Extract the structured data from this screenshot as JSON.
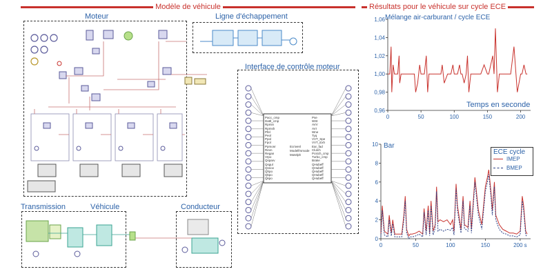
{
  "headers": {
    "model": "Modèle de véhicule",
    "results": "Résultats pour le véhicule sur cycle ECE"
  },
  "sections": {
    "engine": "Moteur",
    "exhaust": "Ligne d'échappement",
    "ecu": "Interface de contrôle moteur",
    "transmission": "Transmission",
    "vehicle": "Véhicule",
    "driver": "Conducteur"
  },
  "ecu_block": {
    "inputs": [
      "Pacc_cmp",
      "Dattl_cmp",
      "Rpmin",
      "Rpmsh",
      "Pfel",
      "Peol",
      "Ppol",
      "Fpol",
      "Ppmonr",
      "Revn",
      "Regan",
      "Vrpo",
      "Qsparv",
      "Qsgul",
      "Qsnov",
      "Qhpo",
      "Qkpo",
      "Qkpo"
    ],
    "title_lines": [
      "Ecrivenl",
      "Modelfrsmode",
      "Motelplt"
    ],
    "outputs": [
      "Pse",
      "WSt",
      "AVV",
      "AVI",
      "Wne",
      "Tyq",
      "VVT_Spe",
      "VVT_Exh",
      "Ear_fad",
      "Clutch",
      "Pcstch_cmp",
      "Turbo_cmp",
      "Brake",
      "QHubeff",
      "QHubeff",
      "QHubeff",
      "QHubeff",
      "QHubeff"
    ]
  },
  "chart_data": [
    {
      "type": "line",
      "title": "Mélange air-carburant / cycle ECE",
      "xlabel": "Temps en seconde",
      "ylabel": "",
      "xlim": [
        0,
        215
      ],
      "ylim": [
        0.96,
        1.06
      ],
      "xticks": [
        0,
        50,
        100,
        150,
        200
      ],
      "xtick_labels": [
        "0",
        "50",
        "100",
        "150",
        "200"
      ],
      "yticks": [
        0.96,
        0.98,
        1.0,
        1.02,
        1.04,
        1.06
      ],
      "ytick_labels": [
        "0,96",
        "0,98",
        "1,00",
        "1,02",
        "1,04",
        "1,06"
      ],
      "grid": false,
      "series": [
        {
          "color": "#c8312c",
          "x": [
            0,
            3,
            5,
            6,
            8,
            10,
            12,
            15,
            17,
            18,
            20,
            25,
            30,
            35,
            40,
            42,
            45,
            48,
            50,
            55,
            58,
            60,
            62,
            65,
            68,
            70,
            75,
            80,
            82,
            85,
            90,
            95,
            98,
            100,
            102,
            105,
            108,
            110,
            112,
            115,
            118,
            120,
            122,
            125,
            128,
            130,
            135,
            140,
            145,
            150,
            152,
            155,
            158,
            160,
            162,
            165,
            168,
            170,
            175,
            180,
            185,
            190,
            195,
            200,
            202,
            205,
            208,
            210
          ],
          "y": [
            1.0,
            1.0,
            1.03,
            0.98,
            1.01,
            1.0,
            1.0,
            1.0,
            1.02,
            0.99,
            1.0,
            1.0,
            1.0,
            1.0,
            1.0,
            0.98,
            0.99,
            1.01,
            1.0,
            1.0,
            1.02,
            0.98,
            1.0,
            1.0,
            1.0,
            1.0,
            1.0,
            1.0,
            1.01,
            0.99,
            1.0,
            1.0,
            1.01,
            1.0,
            1.0,
            1.0,
            1.01,
            1.0,
            1.0,
            0.99,
            1.0,
            1.02,
            0.98,
            1.0,
            1.0,
            1.0,
            1.0,
            1.0,
            1.01,
            1.0,
            1.0,
            1.01,
            1.02,
            1.0,
            1.05,
            0.98,
            1.0,
            1.0,
            1.0,
            1.0,
            1.0,
            1.03,
            0.98,
            1.0,
            1.0,
            1.01,
            1.0,
            1.0
          ]
        }
      ]
    },
    {
      "type": "line",
      "title": "Bar",
      "xlabel": "",
      "ylabel": "",
      "xlim": [
        0,
        215
      ],
      "ylim": [
        0,
        10
      ],
      "xticks": [
        0,
        50,
        100,
        150,
        200
      ],
      "xtick_labels": [
        "0",
        "50",
        "100",
        "150",
        "200 s"
      ],
      "yticks": [
        0,
        2,
        4,
        6,
        8,
        10
      ],
      "ytick_labels": [
        "0",
        "2",
        "4",
        "6",
        "8",
        "10"
      ],
      "grid": false,
      "legend": {
        "title": "ECE cycle",
        "placement": "top-right"
      },
      "series": [
        {
          "name": "IMEP",
          "color": "#c8312c",
          "x": [
            0,
            2,
            5,
            10,
            12,
            15,
            17,
            20,
            30,
            33,
            35,
            37,
            40,
            42,
            45,
            50,
            55,
            60,
            62,
            65,
            68,
            70,
            72,
            75,
            78,
            80,
            82,
            85,
            90,
            95,
            100,
            103,
            105,
            108,
            110,
            115,
            118,
            120,
            125,
            128,
            130,
            135,
            140,
            145,
            150,
            153,
            155,
            158,
            160,
            163,
            165,
            170,
            175,
            180,
            185,
            190,
            195,
            200,
            203,
            205,
            208,
            210
          ],
          "y": [
            0.5,
            3.5,
            0.8,
            0.5,
            2.5,
            0.6,
            2.0,
            0.5,
            0.5,
            2.5,
            4.5,
            1.0,
            0.3,
            0.5,
            0.5,
            0.6,
            0.8,
            0.5,
            3.2,
            0.8,
            3.5,
            0.6,
            4.0,
            0.8,
            1.5,
            5.5,
            1.8,
            2.0,
            1.8,
            2.0,
            1.5,
            2.0,
            0.8,
            5.8,
            3.5,
            1.0,
            4.5,
            1.5,
            1.2,
            4.0,
            1.0,
            6.5,
            3.0,
            1.5,
            5.5,
            6.5,
            7.3,
            5.0,
            3.0,
            6.0,
            2.5,
            1.5,
            1.0,
            0.8,
            0.6,
            0.6,
            0.5,
            0.8,
            4.5,
            3.5,
            0.8,
            0.5
          ]
        },
        {
          "name": "BMEP",
          "color": "#2a3f86",
          "x": [
            0,
            2,
            5,
            10,
            12,
            15,
            17,
            20,
            30,
            33,
            35,
            37,
            40,
            42,
            45,
            50,
            55,
            60,
            62,
            65,
            68,
            70,
            72,
            75,
            78,
            80,
            82,
            85,
            90,
            95,
            100,
            103,
            105,
            108,
            110,
            115,
            118,
            120,
            125,
            128,
            130,
            135,
            140,
            145,
            150,
            153,
            155,
            158,
            160,
            163,
            165,
            170,
            175,
            180,
            185,
            190,
            195,
            200,
            203,
            205,
            208,
            210
          ],
          "y": [
            0.2,
            3.0,
            0.4,
            0.2,
            2.0,
            0.3,
            1.6,
            0.2,
            0.2,
            2.0,
            4.0,
            0.6,
            0.0,
            0.2,
            0.2,
            0.3,
            0.5,
            0.2,
            2.8,
            0.4,
            3.0,
            0.3,
            3.5,
            0.4,
            1.1,
            5.0,
            0.8,
            1.0,
            0.8,
            1.0,
            0.9,
            1.2,
            0.4,
            5.3,
            3.0,
            0.6,
            4.0,
            1.1,
            0.8,
            3.5,
            0.6,
            6.0,
            2.5,
            1.0,
            5.0,
            6.0,
            6.8,
            4.5,
            2.5,
            5.5,
            2.0,
            1.0,
            0.6,
            0.5,
            0.3,
            0.3,
            0.2,
            0.4,
            4.0,
            3.0,
            0.4,
            0.2
          ]
        }
      ]
    }
  ]
}
